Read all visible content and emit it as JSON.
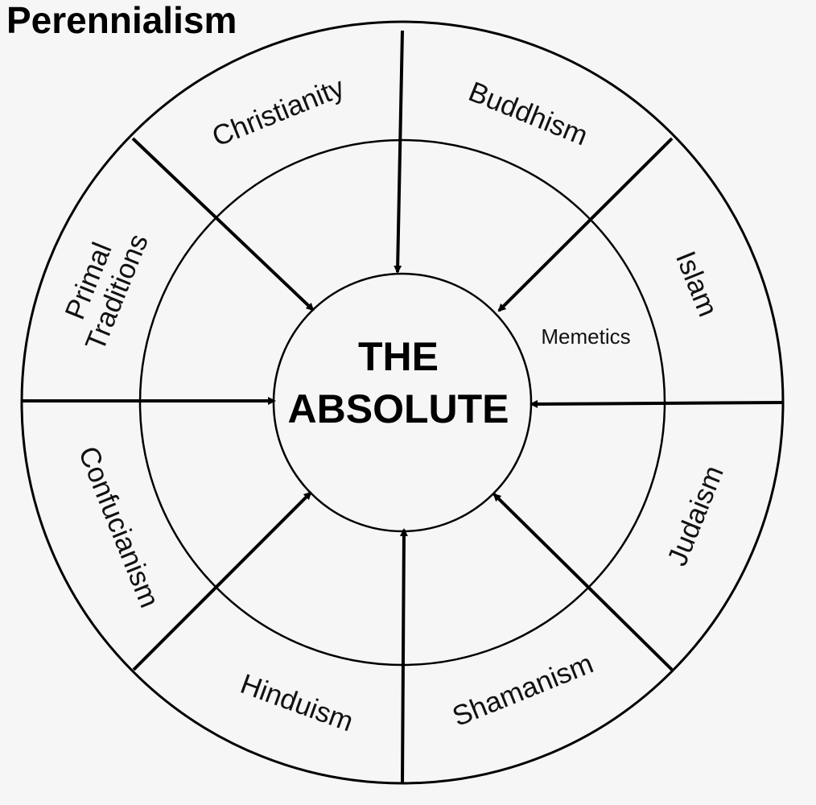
{
  "title": "Perennialism",
  "center": {
    "line1": "THE",
    "line2": "ABSOLUTE"
  },
  "inner_ring_label": "Memetics",
  "traditions": [
    {
      "id": "christianity",
      "label": "Christianity"
    },
    {
      "id": "buddhism",
      "label": "Buddhism"
    },
    {
      "id": "islam",
      "label": "Islam"
    },
    {
      "id": "judaism",
      "label": "Judaism"
    },
    {
      "id": "shamanism",
      "label": "Shamanism"
    },
    {
      "id": "hinduism",
      "label": "Hinduism"
    },
    {
      "id": "confucianism",
      "label": "Confucianism"
    },
    {
      "id": "primal",
      "label_line1": "Primal",
      "label_line2": "Traditions"
    }
  ]
}
